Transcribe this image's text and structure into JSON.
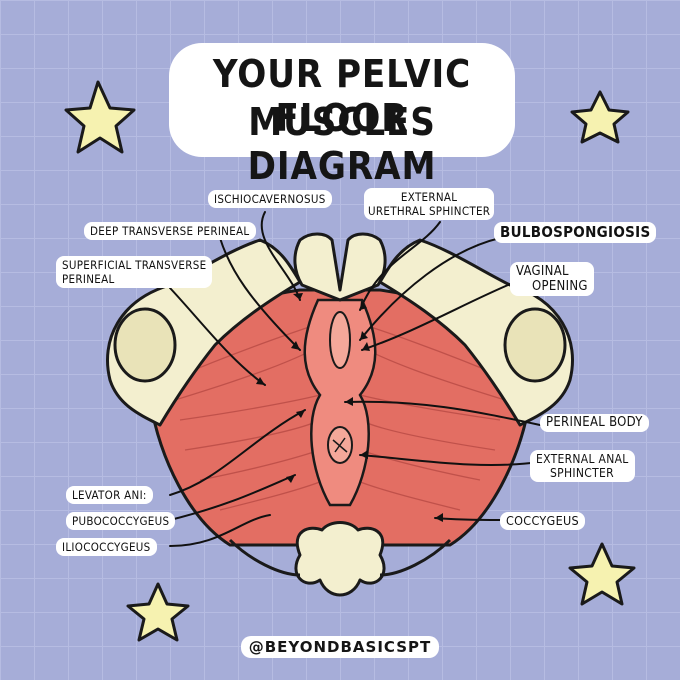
{
  "title": {
    "line1": "YOUR PELVIC FLOOR",
    "line2": "MUSCLES DIAGRAM"
  },
  "labels": {
    "ischiocavernosus": "ISCHIOCAVERNOSUS",
    "external_urethral_1": "EXTERNAL",
    "external_urethral_2": "URETHRAL SPHINCTER",
    "bulbospongiosis": "BULBOSPONGIOSIS",
    "deep_transverse": "DEEP TRANSVERSE PERINEAL",
    "superficial_1": "SUPERFICIAL TRANSVERSE",
    "superficial_2": "PERINEAL",
    "vaginal_1": "VAGINAL",
    "vaginal_2": "OPENING",
    "perineal_body": "PERINEAL BODY",
    "external_anal_1": "EXTERNAL ANAL",
    "external_anal_2": "SPHINCTER",
    "levator_ani": "LEVATOR ANI:",
    "pubococcygeus": "PUBOCOCCYGEUS",
    "iliococcygeus": "ILIOCOCCYGEUS",
    "coccygeus": "COCCYGEUS"
  },
  "handle": "@BEYONDBASICSPT",
  "colors": {
    "background": "#a6add8",
    "muscle": "#e36e63",
    "bone": "#f3efcf",
    "star": "#f6f2b0"
  }
}
